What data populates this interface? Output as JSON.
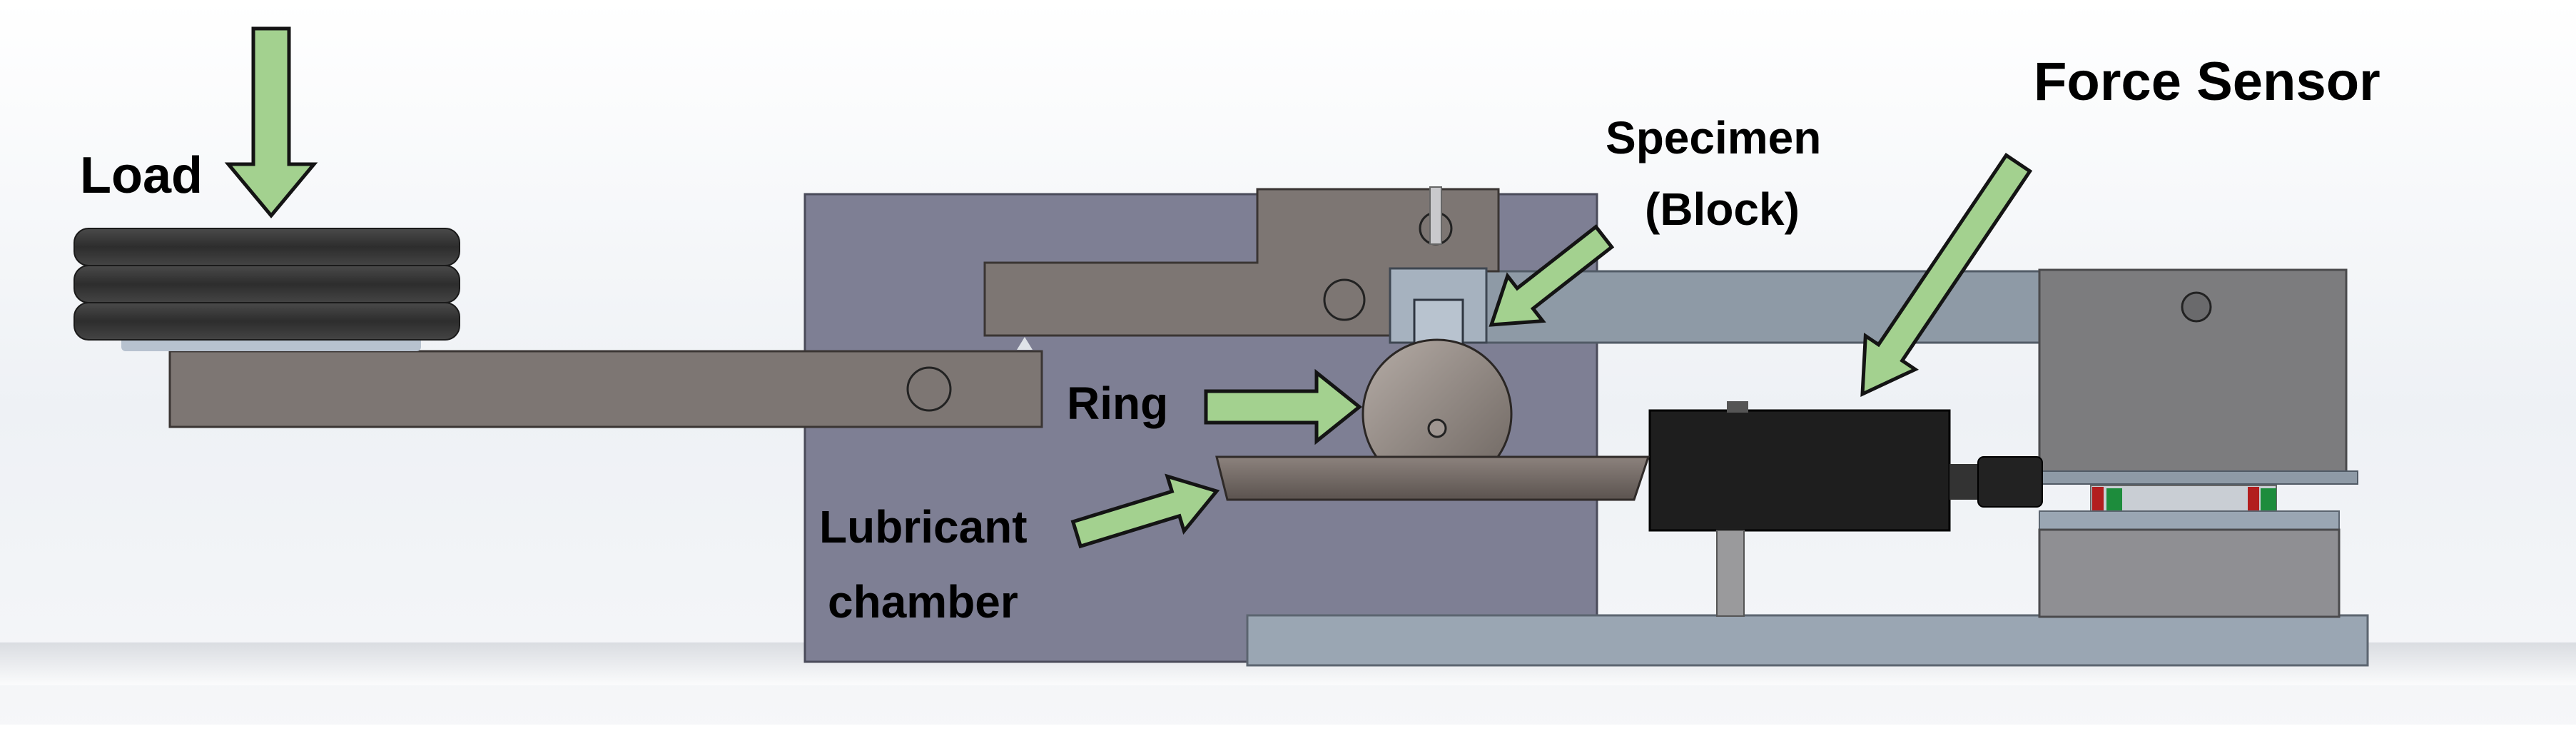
{
  "labels": {
    "load": "Load",
    "specimen_line1": "Specimen",
    "specimen_line2": "(Block)",
    "force_sensor": "Force Sensor",
    "ring": "Ring",
    "lubricant_line1": "Lubricant",
    "lubricant_line2": "chamber"
  },
  "colors": {
    "arrow_fill": "#a3d18f",
    "arrow_stroke": "#141414",
    "frame_plate": "#7e7f94",
    "lever_arm": "#7d7673",
    "base_plate": "#9aa6b3",
    "sensor_body": "#1e1e1e",
    "load_weights": "#3a3a3a",
    "text": "#000000"
  }
}
